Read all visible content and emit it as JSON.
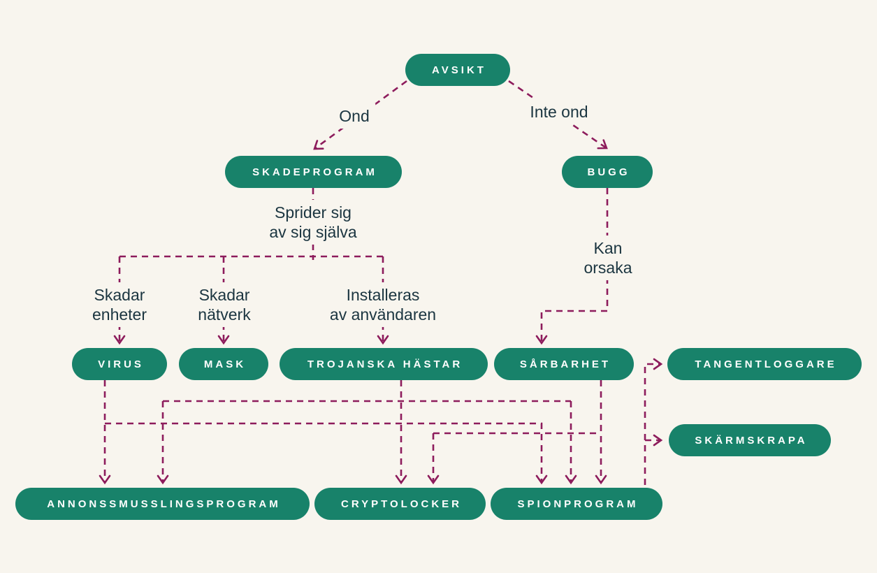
{
  "diagram_language": "Swedish",
  "colors": {
    "background": "#f8f5ee",
    "node_fill": "#18826a",
    "node_text": "#ffffff",
    "connector": "#8d1c5c",
    "label_text": "#1b3540"
  },
  "connector_style": "dashed with open arrowheads",
  "nodes": {
    "avsikt": {
      "label": "AVSIKT"
    },
    "skadeprogram": {
      "label": "SKADEPROGRAM"
    },
    "bugg": {
      "label": "BUGG"
    },
    "virus": {
      "label": "VIRUS"
    },
    "mask": {
      "label": "MASK"
    },
    "trojanska_hastar": {
      "label": "TROJANSKA HÄSTAR"
    },
    "sarbarhet": {
      "label": "SÅRBARHET"
    },
    "tangentloggare": {
      "label": "TANGENTLOGGARE"
    },
    "skarmskrapa": {
      "label": "SKÄRMSKRAPA"
    },
    "annonssmusslingsprogram": {
      "label": "ANNONSSMUSSLINGSPROGRAM"
    },
    "cryptolocker": {
      "label": "CRYPTOLOCKER"
    },
    "spionprogram": {
      "label": "SPIONPROGRAM"
    }
  },
  "edge_labels": {
    "ond": "Ond",
    "inte_ond": "Inte ond",
    "sprider_sig": {
      "line1": "Sprider sig",
      "line2": "av sig själva"
    },
    "skadar_enheter": {
      "line1": "Skadar",
      "line2": "enheter"
    },
    "skadar_natverk": {
      "line1": "Skadar",
      "line2": "nätverk"
    },
    "installeras": {
      "line1": "Installeras",
      "line2": "av användaren"
    },
    "kan_orsaka": {
      "line1": "Kan",
      "line2": "orsaka"
    }
  },
  "connections": [
    {
      "from": "avsikt",
      "to": "skadeprogram",
      "labels": [
        "Ond"
      ]
    },
    {
      "from": "avsikt",
      "to": "bugg",
      "labels": [
        "Inte ond"
      ]
    },
    {
      "from": "skadeprogram",
      "to": "virus",
      "labels": [
        "Sprider sig av sig själva",
        "Skadar enheter"
      ]
    },
    {
      "from": "skadeprogram",
      "to": "mask",
      "labels": [
        "Sprider sig av sig själva",
        "Skadar nätverk"
      ]
    },
    {
      "from": "skadeprogram",
      "to": "trojanska_hastar",
      "labels": [
        "Sprider sig av sig själva",
        "Installeras av användaren"
      ]
    },
    {
      "from": "bugg",
      "to": "sarbarhet",
      "labels": [
        "Kan orsaka"
      ]
    },
    {
      "from": "virus",
      "to": "annonssmusslingsprogram",
      "labels": []
    },
    {
      "from": "virus",
      "to": "spionprogram",
      "labels": []
    },
    {
      "from": "trojanska_hastar",
      "to": "annonssmusslingsprogram",
      "labels": []
    },
    {
      "from": "trojanska_hastar",
      "to": "cryptolocker",
      "labels": []
    },
    {
      "from": "trojanska_hastar",
      "to": "spionprogram",
      "labels": []
    },
    {
      "from": "sarbarhet",
      "to": "cryptolocker",
      "labels": []
    },
    {
      "from": "sarbarhet",
      "to": "spionprogram",
      "labels": []
    },
    {
      "from": "spionprogram",
      "to": "tangentloggare",
      "labels": []
    },
    {
      "from": "spionprogram",
      "to": "skarmskrapa",
      "labels": []
    }
  ]
}
